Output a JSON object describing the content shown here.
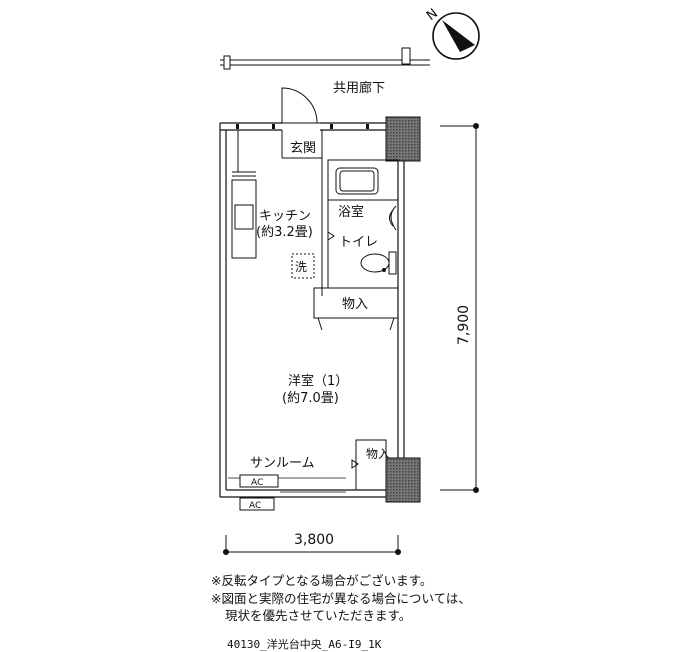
{
  "plan": {
    "corridor": "共用廊下",
    "entrance": "玄関",
    "kitchen": "キッチン",
    "kitchen_area": "(約3.2畳)",
    "bath": "浴室",
    "toilet": "トイレ",
    "washer": "洗",
    "storage": "物入",
    "storage_small": "物入",
    "western_room": "洋室（1）",
    "western_room_area": "(約7.0畳)",
    "sunroom": "サンルーム",
    "ac_upper": "AC",
    "ac_lower": "AC",
    "compass": "N"
  },
  "dimensions": {
    "height": "7,900",
    "width": "3,800"
  },
  "notes": [
    "※反転タイプとなる場合がございます。",
    "※図面と実際の住宅が異なる場合については、",
    "現状を優先させていただきます。"
  ],
  "code": "40130_洋光台中央_A6-I9_1K"
}
